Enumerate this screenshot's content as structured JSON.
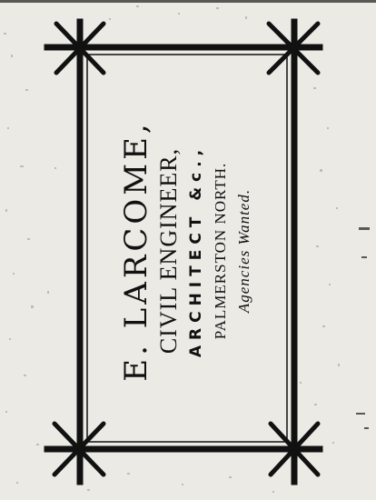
{
  "advertisement": {
    "name": "E. LARCOME,",
    "profession": "CIVIL ENGINEER,",
    "secondary": "ARCHITECT &c.,",
    "location": "PALMERSTON NORTH.",
    "note": "Agencies Wanted."
  },
  "colors": {
    "ink": "#111111",
    "paper": "#eceae5"
  }
}
